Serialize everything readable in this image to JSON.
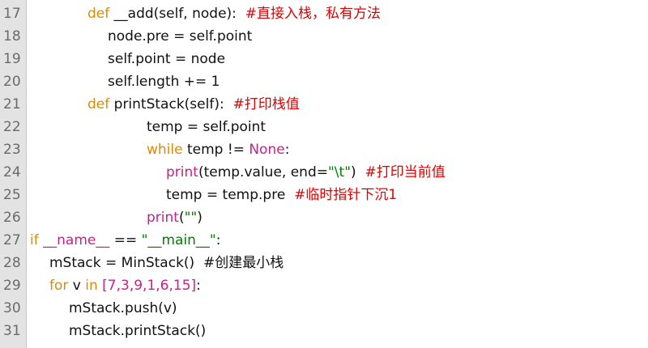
{
  "editor": {
    "lines": [
      {
        "no": "17",
        "indent": 108,
        "tokens": [
          {
            "t": "def",
            "c": "kw"
          },
          {
            "t": " __add(self, node):  "
          },
          {
            "t": "#直接入栈，私有方法",
            "c": "cmt"
          }
        ]
      },
      {
        "no": "18",
        "indent": 133,
        "tokens": [
          {
            "t": "node.pre = self.point"
          }
        ]
      },
      {
        "no": "19",
        "indent": 133,
        "tokens": [
          {
            "t": "self.point = node"
          }
        ]
      },
      {
        "no": "20",
        "indent": 133,
        "tokens": [
          {
            "t": "self.length += 1"
          }
        ]
      },
      {
        "no": "21",
        "indent": 108,
        "tokens": [
          {
            "t": "def",
            "c": "kw"
          },
          {
            "t": " printStack(self):  "
          },
          {
            "t": "#打印栈值",
            "c": "cmt"
          }
        ]
      },
      {
        "no": "22",
        "indent": 181,
        "tokens": [
          {
            "t": "temp = self.point"
          }
        ]
      },
      {
        "no": "23",
        "indent": 181,
        "tokens": [
          {
            "t": "while",
            "c": "kw"
          },
          {
            "t": " temp != "
          },
          {
            "t": "None",
            "c": "bi"
          },
          {
            "t": ":"
          }
        ]
      },
      {
        "no": "24",
        "indent": 205,
        "tokens": [
          {
            "t": "print",
            "c": "bi"
          },
          {
            "t": "(temp.value, end="
          },
          {
            "t": "\"\\t\"",
            "c": "str"
          },
          {
            "t": ")  "
          },
          {
            "t": "#打印当前值",
            "c": "cmt"
          }
        ]
      },
      {
        "no": "25",
        "indent": 205,
        "tokens": [
          {
            "t": "temp = temp.pre  "
          },
          {
            "t": "#临时指针下沉1",
            "c": "cmt"
          }
        ]
      },
      {
        "no": "26",
        "indent": 181,
        "tokens": [
          {
            "t": "print",
            "c": "bi"
          },
          {
            "t": "("
          },
          {
            "t": "\"\"",
            "c": "str"
          },
          {
            "t": ")"
          }
        ]
      },
      {
        "no": "27",
        "indent": 37,
        "tokens": [
          {
            "t": "if",
            "c": "kw"
          },
          {
            "t": " "
          },
          {
            "t": "__name__",
            "c": "dun"
          },
          {
            "t": " == "
          },
          {
            "t": "\"__main__\"",
            "c": "str"
          },
          {
            "t": ":"
          }
        ]
      },
      {
        "no": "28",
        "indent": 61,
        "tokens": [
          {
            "t": "mStack = MinStack()  #创建最小栈"
          }
        ]
      },
      {
        "no": "29",
        "indent": 61,
        "tokens": [
          {
            "t": "for",
            "c": "kw"
          },
          {
            "t": " v "
          },
          {
            "t": "in",
            "c": "kw"
          },
          {
            "t": " "
          },
          {
            "t": "[7,3,9,1,6,15]",
            "c": "bi"
          },
          {
            "t": ":"
          }
        ]
      },
      {
        "no": "30",
        "indent": 85,
        "tokens": [
          {
            "t": "mStack.push(v)"
          }
        ]
      },
      {
        "no": "31",
        "indent": 85,
        "tokens": [
          {
            "t": "mStack.printStack()"
          }
        ]
      }
    ]
  }
}
